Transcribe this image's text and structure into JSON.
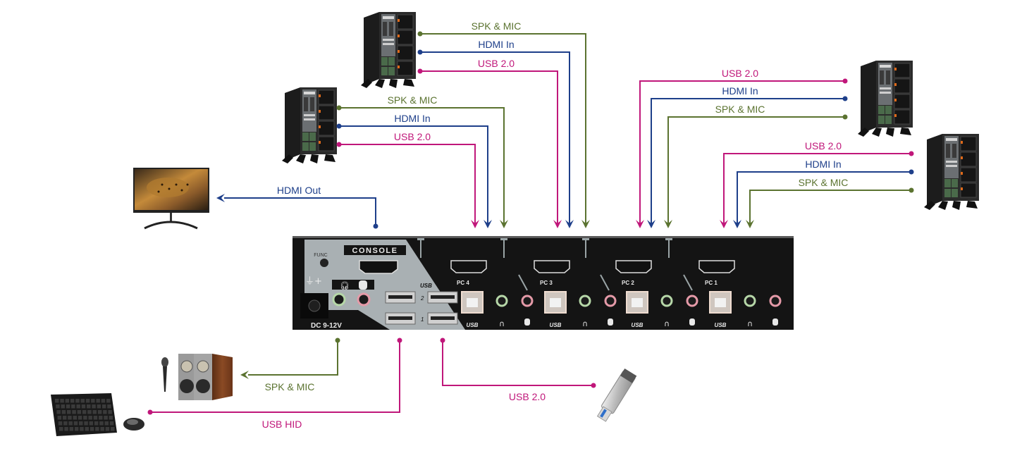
{
  "colors": {
    "usb": "#c0177a",
    "hdmi": "#1e3f8a",
    "audio": "#5b7330",
    "kvm_body": "#141414",
    "kvm_panel": "#a9b0b3"
  },
  "kvm": {
    "console_label": "CONSOLE",
    "func_label": "FUNC",
    "dc_label": "DC 9-12V",
    "usb_hub_label": "USB",
    "usb_port_numbers": [
      "2",
      "1"
    ],
    "pc_prefix": "PC",
    "pc_ports": [
      {
        "number": "4",
        "usb_label": "USB"
      },
      {
        "number": "3",
        "usb_label": "USB"
      },
      {
        "number": "2",
        "usb_label": "USB"
      },
      {
        "number": "1",
        "usb_label": "USB"
      }
    ]
  },
  "computers": [
    {
      "name": "pc-4",
      "links": [
        "SPK & MIC",
        "HDMI In",
        "USB 2.0"
      ]
    },
    {
      "name": "pc-3",
      "links": [
        "SPK & MIC",
        "HDMI In",
        "USB 2.0"
      ]
    },
    {
      "name": "pc-2",
      "links": [
        "USB 2.0",
        "HDMI In",
        "SPK & MIC"
      ]
    },
    {
      "name": "pc-1",
      "links": [
        "USB 2.0",
        "HDMI In",
        "SPK & MIC"
      ]
    }
  ],
  "peripherals": {
    "monitor": {
      "link": "HDMI Out"
    },
    "speakers_mic": {
      "link": "SPK & MIC"
    },
    "keyboard_mouse": {
      "link": "USB HID"
    },
    "usb_drive": {
      "link": "USB 2.0"
    }
  }
}
